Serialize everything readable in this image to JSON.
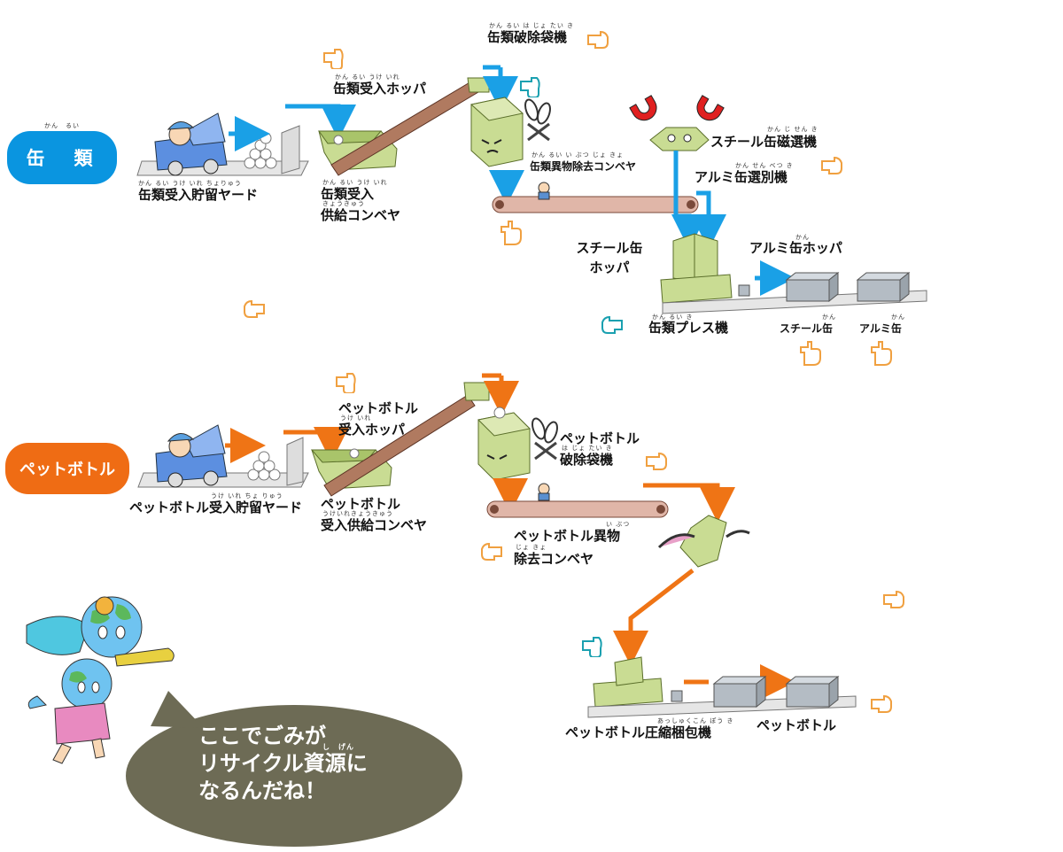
{
  "colors": {
    "can_flow": "#1aa0e6",
    "pet_flow": "#ef7415",
    "machine_green": "#c9dc93",
    "conveyor_belt": "#e0b6a8",
    "bubble": "#6d6b55",
    "hand_icon": "#f0a040"
  },
  "sections": {
    "can": {
      "title": "缶　類",
      "title_furigana": "かん　るい"
    },
    "pet": {
      "title": "ペットボトル"
    }
  },
  "can_labels": {
    "storage_yard": "缶類受入貯留ヤード",
    "storage_yard_furigana": "かん るい うけ いれ ちょりゅう",
    "hopper": "缶類受入ホッパ",
    "hopper_furigana": "かん るい うけ いれ",
    "supply_conveyor_1": "缶類受入",
    "supply_conveyor_2": "供給コンベヤ",
    "supply_conveyor_furigana_1": "かん るい うけ いれ",
    "supply_conveyor_furigana_2": "きょうきゅう",
    "bag_breaker": "缶類破除袋機",
    "bag_breaker_furigana": "かん るい は じょ たい き",
    "foreign_conveyor": "缶類異物除去コンベヤ",
    "foreign_conveyor_furigana": "かん るい い ぶつ じょ きょ",
    "steel_magnet": "スチール缶磁選機",
    "steel_magnet_furigana": "かん じ せん き",
    "aluminum_sorter": "アルミ缶選別機",
    "aluminum_sorter_furigana": "かん せん べつ き",
    "steel_hopper_1": "スチール缶",
    "steel_hopper_2": "ホッパ",
    "aluminum_hopper": "アルミ缶ホッパ",
    "aluminum_hopper_furigana": "かん",
    "press": "缶類プレス機",
    "press_furigana": "かん るい き",
    "steel_can": "スチール缶",
    "steel_can_furigana": "かん",
    "aluminum_can": "アルミ缶",
    "aluminum_can_furigana": "かん"
  },
  "pet_labels": {
    "storage_yard": "ペットボトル受入貯留ヤード",
    "storage_yard_furigana": "うけ いれ ちょ りゅう",
    "hopper_1": "ペットボトル",
    "hopper_2": "受入ホッパ",
    "hopper_furigana": "うけ いれ",
    "supply_conveyor_1": "ペットボトル",
    "supply_conveyor_2": "受入供給コンベヤ",
    "supply_conveyor_furigana": "うけいれきょうきゅう",
    "bag_breaker_1": "ペットボトル",
    "bag_breaker_2": "破除袋機",
    "bag_breaker_furigana": "は じょ たい き",
    "foreign_conveyor_1": "ペットボトル異物",
    "foreign_conveyor_2": "除去コンベヤ",
    "foreign_conveyor_furigana_1": "い ぶつ",
    "foreign_conveyor_furigana_2": "じょ きょ",
    "compressor": "ペットボトル圧縮梱包機",
    "compressor_furigana": "あっしゅくこん ぽう き",
    "output": "ペットボトル"
  },
  "speech_bubble": {
    "line1": "ここでごみが",
    "line2": "リサイクル資源に",
    "line2_furigana": "し　げん",
    "line3": "なるんだね！"
  },
  "icons": {
    "hand_pointer": "pointing-hand-icon",
    "magnet": "magnet-icon",
    "truck": "dump-truck-icon",
    "scissors": "scissors-icon"
  }
}
